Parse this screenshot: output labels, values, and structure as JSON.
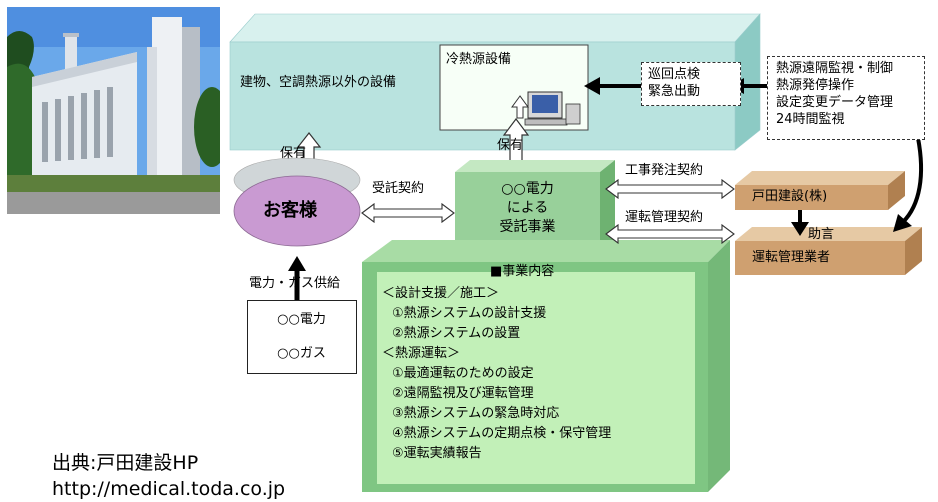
{
  "photo": {
    "alt": "building-photo"
  },
  "top_block": {
    "label": "建物、空調熱源以外の設備"
  },
  "cooling_heat_box": {
    "label": "冷熱源設備"
  },
  "patrol_box": {
    "line1": "巡回点検",
    "line2": "緊急出動"
  },
  "services_box": {
    "lines": [
      "熱源遠隔監視・制御",
      "熱源発停操作",
      "設定変更データ管理",
      "24時間監視"
    ]
  },
  "customer": {
    "label": "お客様"
  },
  "owns_left": "保有",
  "owns_center": "保有",
  "contract_consign": "受託契約",
  "center_block": {
    "line1": "○○電力",
    "line2": "による",
    "line3": "受託事業"
  },
  "contract_construction": "工事発注契約",
  "contract_operation": "運転管理契約",
  "toda": {
    "label": "戸田建設(株)"
  },
  "advice": "助言",
  "operator": {
    "label": "運転管理業者"
  },
  "supply_label": "電力・ガス供給",
  "supplier": {
    "line1": "○○電力",
    "line2": "○○ガス"
  },
  "business": {
    "title": "■事業内容",
    "items": [
      "＜設計支援／施工＞",
      "①熱源システムの設計支援",
      "②熱源システムの設置",
      "＜熱源運転＞",
      "①最適運転のための設定",
      "②遠隔監視及び運転管理",
      "③熱源システムの緊急時対応",
      "④熱源システムの定期点検・保守管理",
      "⑤運転実績報告"
    ]
  },
  "source": {
    "line1": "出典:戸田建設HP",
    "line2": "http://medical.toda.co.jp"
  },
  "colors": {
    "teal_front": "#b9e3df",
    "teal_top": "#d8f1ee",
    "teal_side": "#8ccac4",
    "green_front": "#98d09a",
    "green_top": "#c4e8c2",
    "green_side": "#6eb271",
    "green_panel": "#c2f0b8",
    "brown_front": "#cfa070",
    "brown_top": "#e6c9a4",
    "brown_side": "#b08050",
    "oval": "#c99ad2",
    "oval_top": "#d0d6d8"
  }
}
